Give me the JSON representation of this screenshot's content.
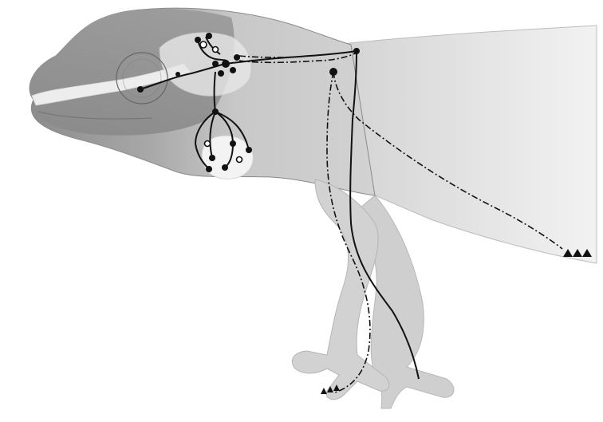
{
  "figure": {
    "subject": "gecko",
    "colors": {
      "background": "#ffffff",
      "head_dark": "#8e8e8e",
      "body_mid": "#c6c6c6",
      "limb_light": "#cfcfcf",
      "tail_light": "#ececec",
      "brain_pale": "#e9e9e9",
      "pathway_ink": "#111111"
    },
    "legend_symbols": {
      "solid_line": "solid-pathway",
      "dash_dot_line": "dash-dot-pathway",
      "filled_circle": "nucleus-node",
      "triangle_cluster": "terminal-receptors"
    }
  }
}
